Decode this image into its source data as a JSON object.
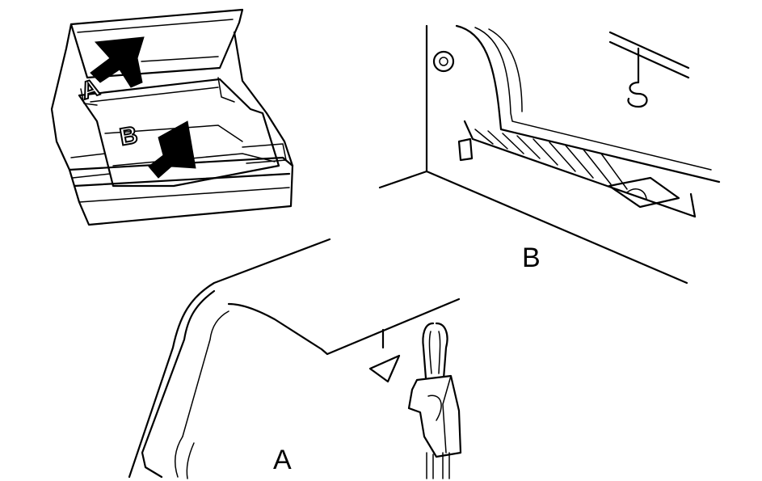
{
  "labels": {
    "overview_a": "A",
    "overview_b": "B",
    "detail_b": "B",
    "detail_a": "A"
  }
}
